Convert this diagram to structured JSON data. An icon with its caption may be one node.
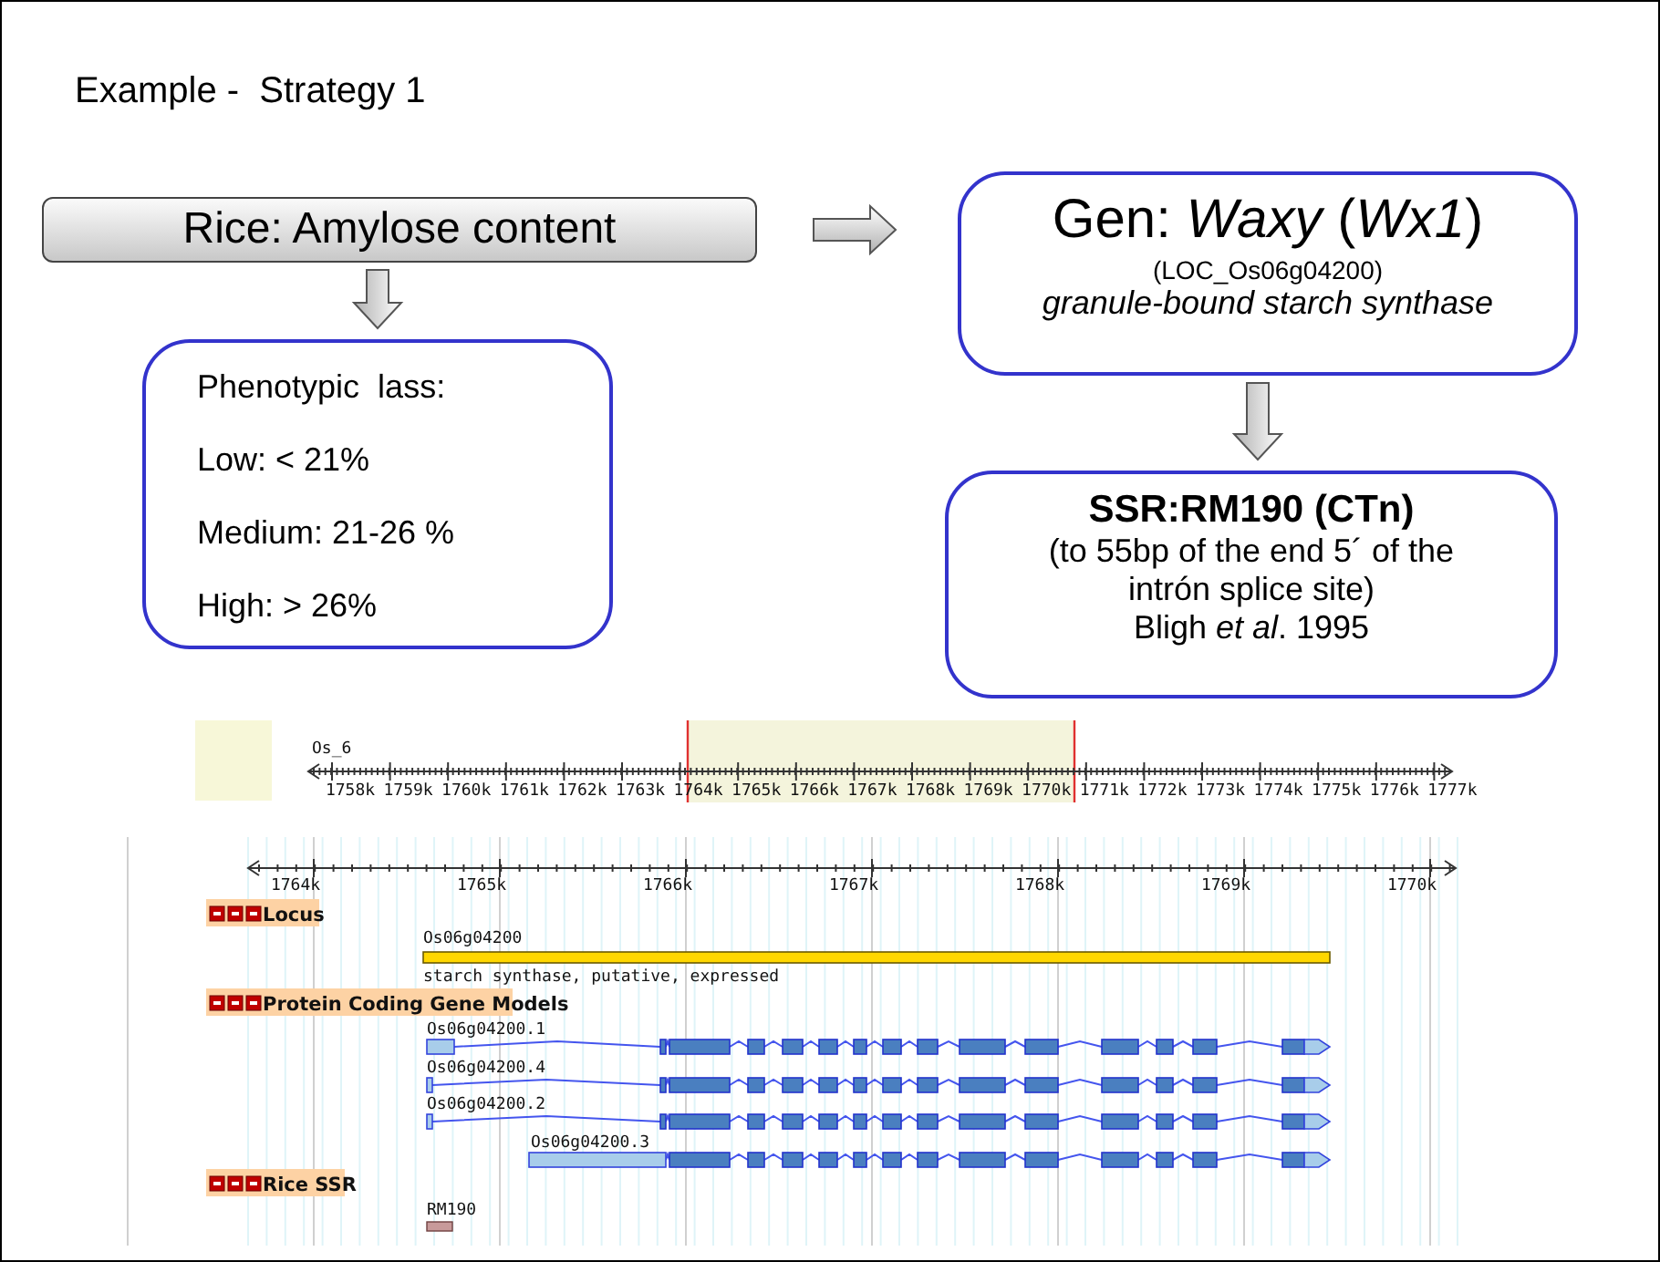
{
  "diagram": {
    "title": "Example -  Strategy 1",
    "nodes": [
      {
        "text": [
          "Rice: Amylose content"
        ]
      },
      {
        "text": [
          "Phenotypic  lass:",
          "Low: < 21%",
          "Medium: 21-26 %",
          "High: > 26%"
        ]
      },
      {
        "text": [
          "Gen: *Waxy* (*Wx1*)",
          "(LOC_Os06g04200)",
          "granule-bound starch synthase"
        ]
      },
      {
        "text": [
          "SSR:RM190 (CTn)",
          "(to 55bp of the end 5´ of the intrón splice site)",
          "Bligh *et al*. 1995"
        ]
      }
    ],
    "edges": [
      {
        "from": 0,
        "to": 2,
        "arrow": "to"
      },
      {
        "from": 0,
        "to": 1,
        "arrow": "to"
      },
      {
        "from": 2,
        "to": 3,
        "arrow": "to"
      }
    ],
    "labels": [
      "Os_6",
      "1758k",
      "1759k",
      "1760k",
      "1761k",
      "1762k",
      "1763k",
      "1764k",
      "1765k",
      "1766k",
      "1767k",
      "1768k",
      "1769k",
      "1770k",
      "1771k",
      "1772k",
      "1773k",
      "1774k",
      "1775k",
      "1776k",
      "1777k",
      "1764k",
      "1765k",
      "1766k",
      "1767k",
      "1768k",
      "1769k",
      "1770k",
      "Locus",
      "Os06g04200",
      "starch synthase, putative, expressed",
      "Protein Coding Gene Models",
      "Os06g04200.1",
      "Os06g04200.4",
      "Os06g04200.2",
      "Os06g04200.3",
      "Rice SSR",
      "RM190"
    ]
  }
}
